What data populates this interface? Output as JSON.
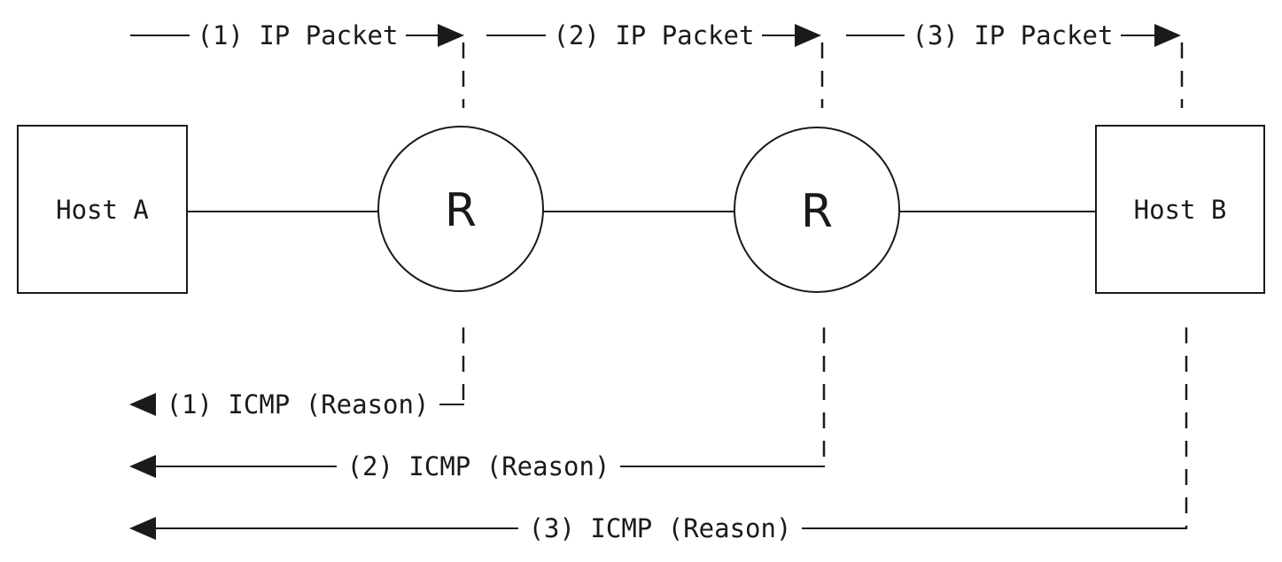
{
  "nodes": {
    "host_a": {
      "label": "Host A"
    },
    "router_1": {
      "label": "R"
    },
    "router_2": {
      "label": "R"
    },
    "host_b": {
      "label": "Host B"
    }
  },
  "packets": [
    {
      "label": "(1) IP Packet"
    },
    {
      "label": "(2) IP Packet"
    },
    {
      "label": "(3) IP Packet"
    }
  ],
  "responses": [
    {
      "label": "(1) ICMP (Reason)"
    },
    {
      "label": "(2) ICMP (Reason)"
    },
    {
      "label": "(3) ICMP (Reason)"
    }
  ],
  "colors": {
    "stroke": "#1a1a1a",
    "background": "#ffffff"
  }
}
